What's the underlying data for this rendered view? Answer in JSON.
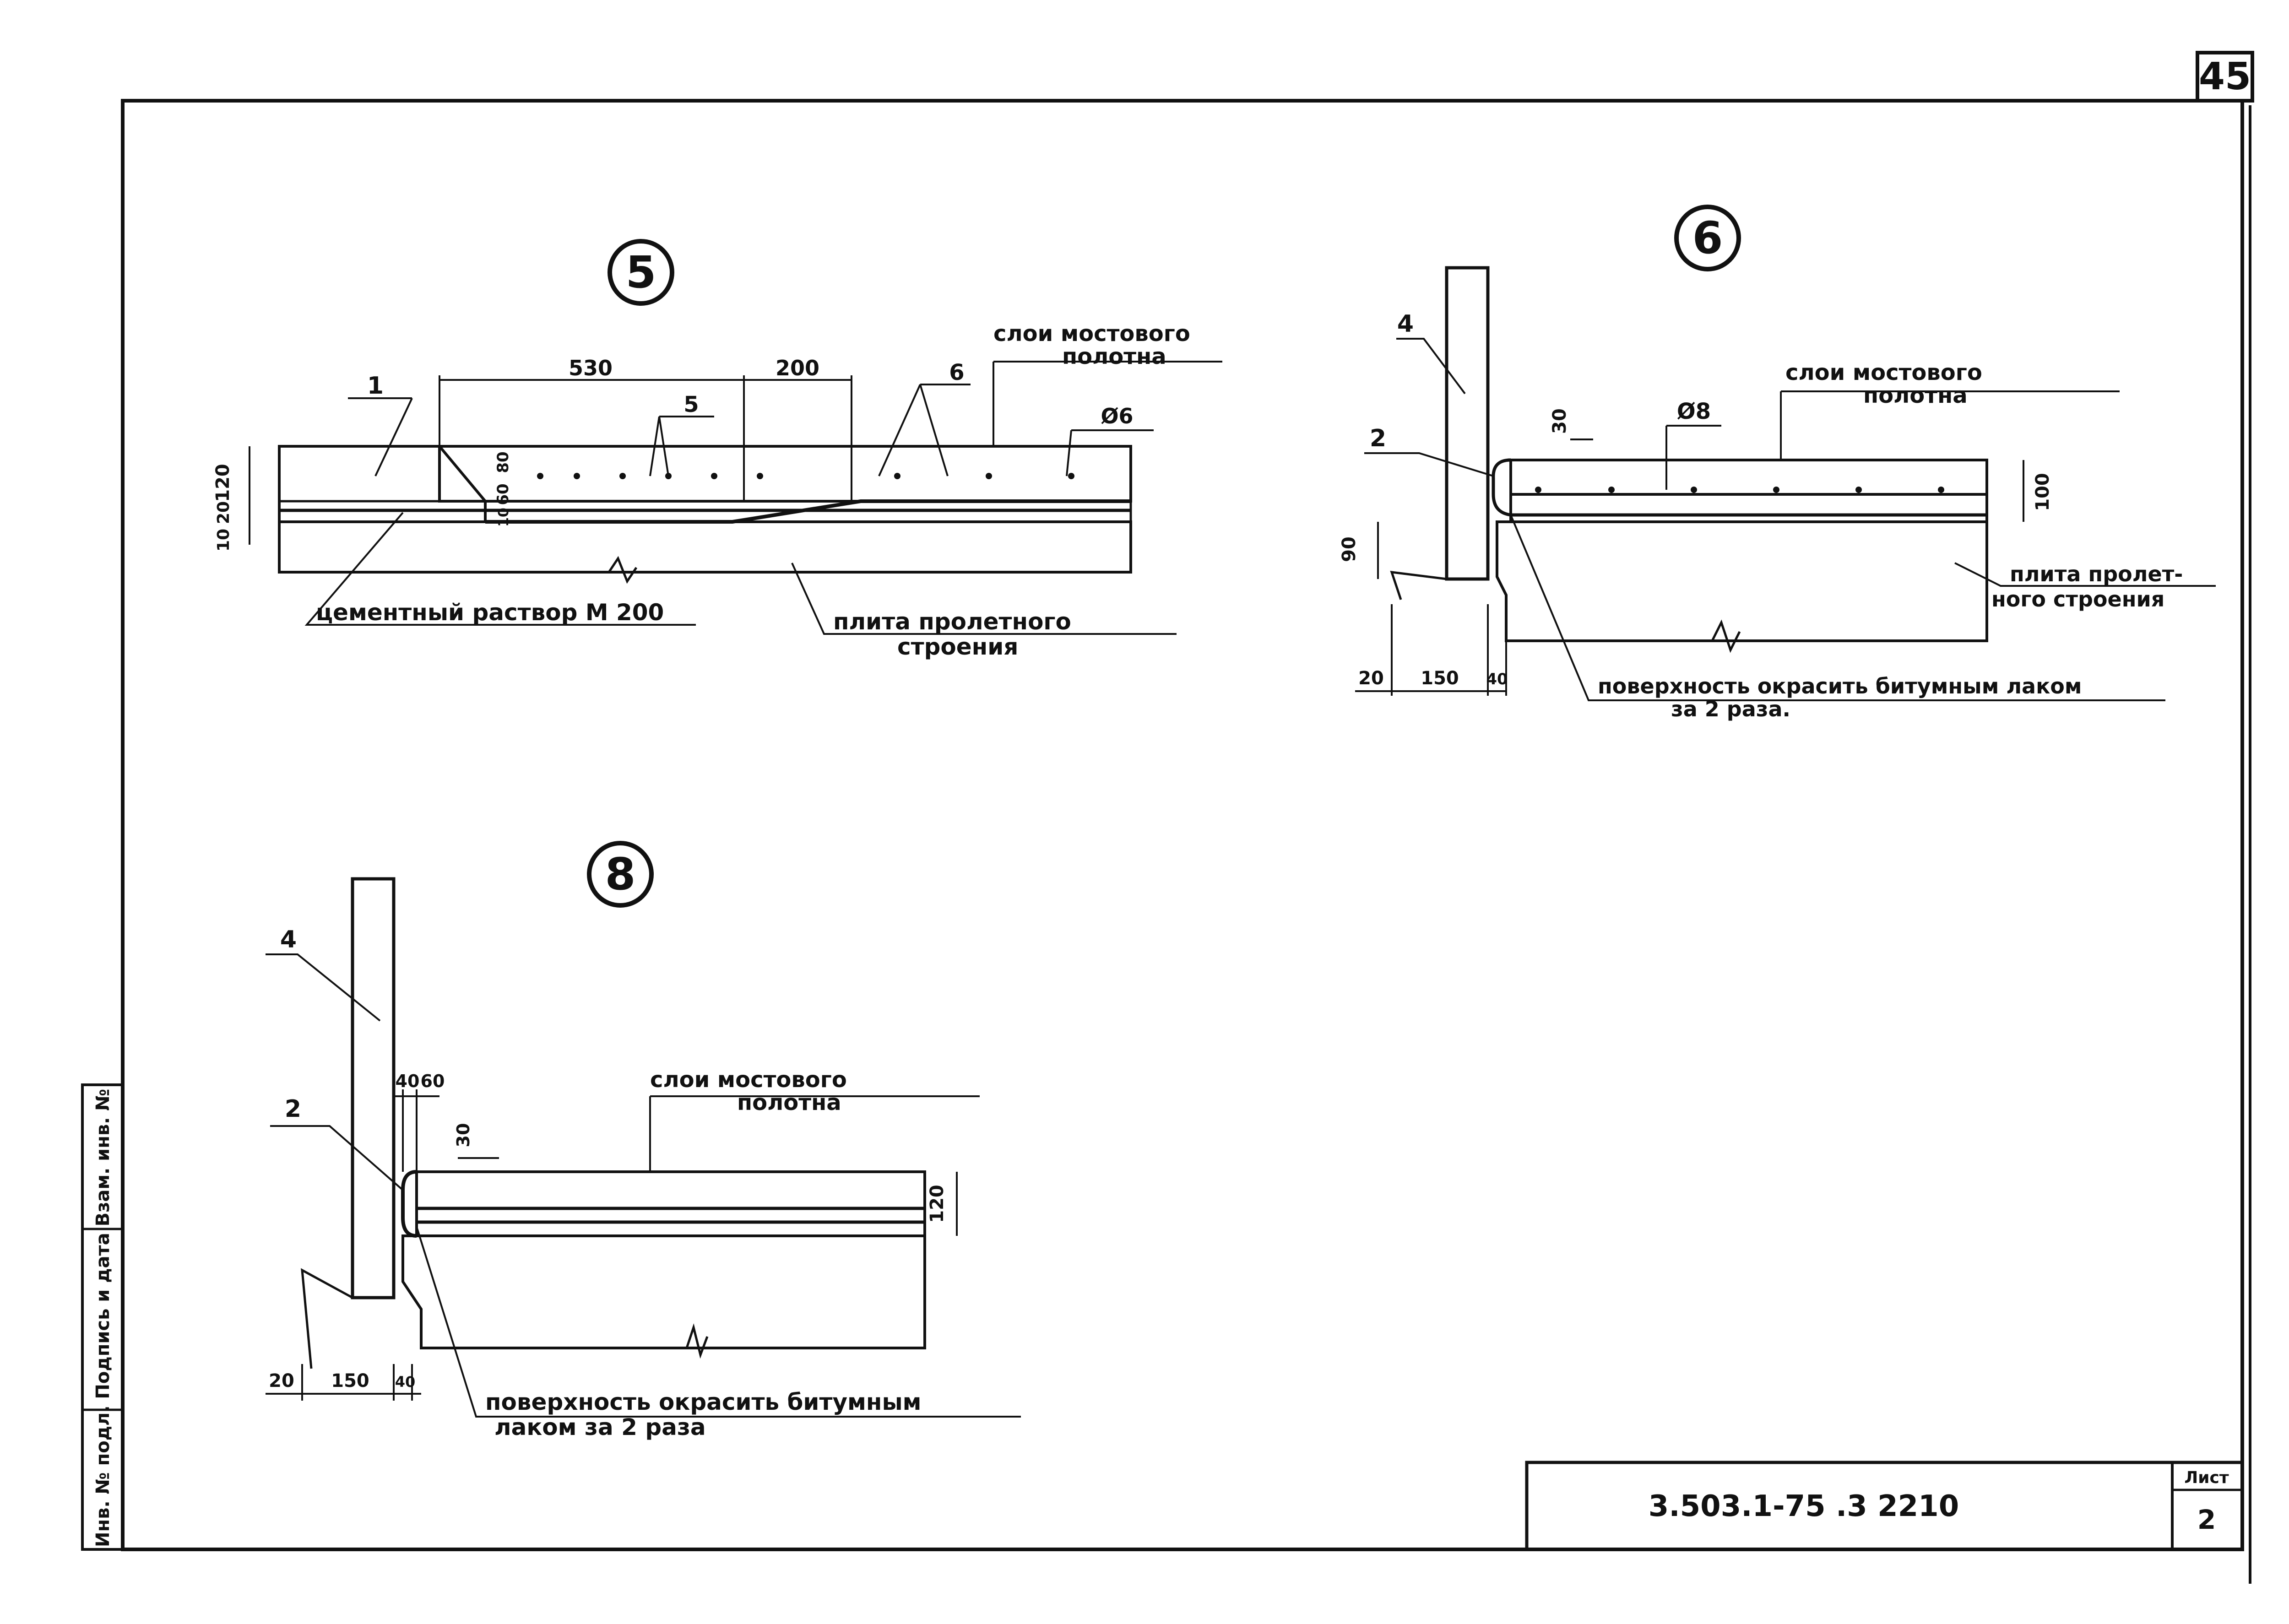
{
  "sheet": {
    "page_number": "45",
    "doc_code": "3.503.1-75 .3 2210",
    "sheet_label": "Лист",
    "sheet_number": "2",
    "side_stamp": "Инв. № подл. Подпись и дата Взам. инв. №"
  },
  "detail5": {
    "number": "5",
    "callout_1": "1",
    "callout_5": "5",
    "callout_6": "6",
    "dim_530": "530",
    "dim_200": "200",
    "dim_120": "120",
    "dim_20": "20",
    "dim_10": "10",
    "dim_80": "80",
    "dim_60": "60",
    "dim_10b": "10",
    "rebar": "Ø6",
    "label_layers_1": "слои мостового",
    "label_layers_2": "полотна",
    "label_mortar": "цементный раствор М 200",
    "label_slab_1": "плита пролетного",
    "label_slab_2": "строения"
  },
  "detail6": {
    "number": "6",
    "callout_4": "4",
    "callout_2": "2",
    "dim_30": "30",
    "dim_90": "90",
    "dim_100": "100",
    "dim_20": "20",
    "dim_150": "150",
    "dim_40": "40",
    "rebar": "Ø8",
    "label_layers_1": "слои мостового",
    "label_layers_2": "полотна",
    "label_slab_1": "плита пролет-",
    "label_slab_2": "ного строения",
    "label_paint_1": "поверхность окрасить битумным лаком",
    "label_paint_2": "за 2 раза."
  },
  "detail8": {
    "number": "8",
    "callout_4": "4",
    "callout_2": "2",
    "dim_40": "40",
    "dim_60": "60",
    "dim_30": "30",
    "dim_120": "120",
    "dim_20": "20",
    "dim_150": "150",
    "dim_40b": "40",
    "label_layers_1": "слои мостового",
    "label_layers_2": "полотна",
    "label_paint_1": "поверхность окрасить битумным",
    "label_paint_2": "лаком за 2 раза"
  }
}
